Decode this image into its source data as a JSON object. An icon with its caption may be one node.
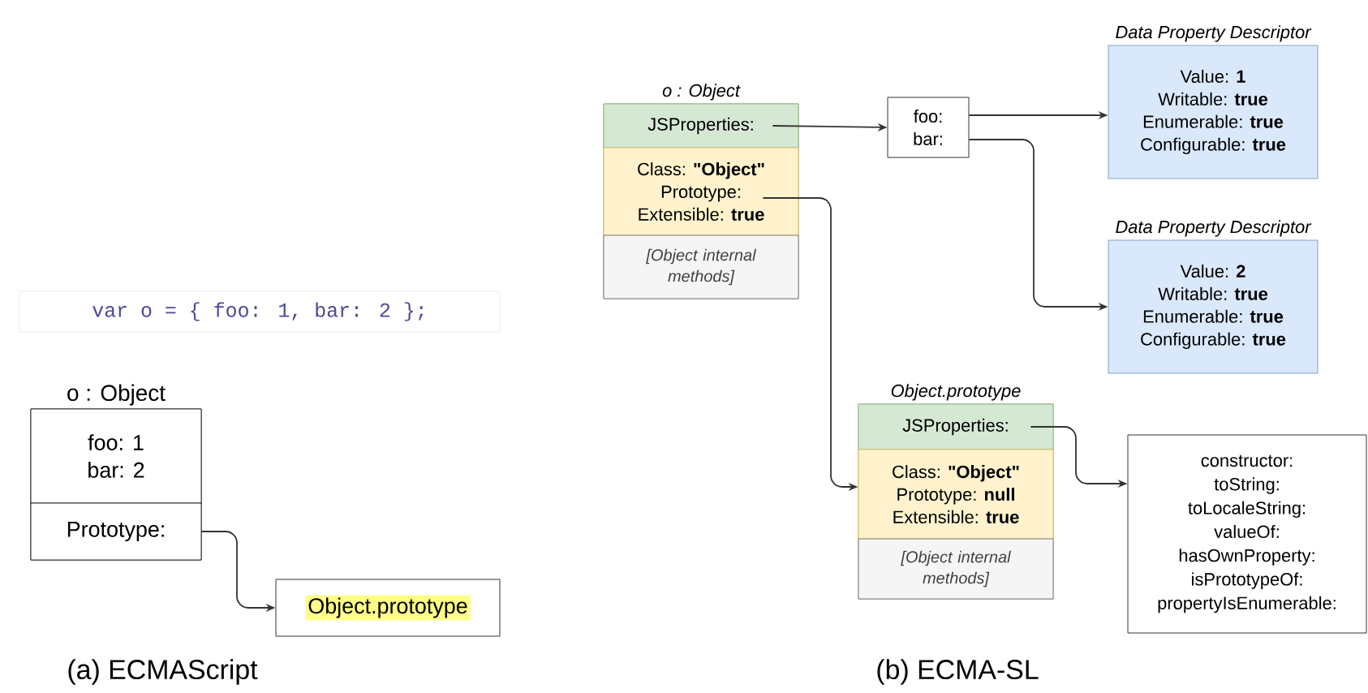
{
  "diagram": {
    "nodes": [
      {
        "text": [
          "var o = { foo: 1, bar: 2 };"
        ]
      },
      {
        "text": [
          "o : Object"
        ]
      },
      {
        "text": [
          "foo: 1",
          "bar: 2"
        ],
        "in": 1
      },
      {
        "text": [
          "Prototype:"
        ],
        "in": 1
      },
      {
        "text": [
          "Object.prototype"
        ]
      },
      {
        "text": [
          "o : Object"
        ]
      },
      {
        "text": [
          "JSProperties:"
        ],
        "in": 5
      },
      {
        "text": [
          "Class: **\"Object\"**",
          "Prototype:",
          "Extensible: **true**"
        ],
        "in": 5
      },
      {
        "text": [
          "[Object internal methods]"
        ],
        "in": 5
      },
      {
        "text": [
          "foo:",
          "bar:"
        ]
      },
      {
        "text": [
          "Data Property Descriptor",
          "Value: **1**",
          "Writable: **true**",
          "Enumerable: **true**",
          "Configurable: **true**"
        ]
      },
      {
        "text": [
          "Data Property Descriptor",
          "Value: **2**",
          "Writable: **true**",
          "Enumerable: **true**",
          "Configurable: **true**"
        ]
      },
      {
        "text": [
          "Object.prototype"
        ]
      },
      {
        "text": [
          "JSProperties:"
        ],
        "in": 12
      },
      {
        "text": [
          "Class: **\"Object\"**",
          "Prototype: **null**",
          "Extensible: **true**"
        ],
        "in": 12
      },
      {
        "text": [
          "[Object internal methods]"
        ],
        "in": 12
      },
      {
        "text": [
          "constructor:",
          "toString:",
          "toLocaleString:",
          "valueOf:",
          "hasOwnProperty:",
          "isPrototypeOf:",
          "propertyIsEnumerable:"
        ]
      }
    ],
    "edges": [
      {
        "from": 3,
        "to": 4,
        "arrow": "to"
      },
      {
        "from": 6,
        "to": 9,
        "arrow": "to"
      },
      {
        "from": 9,
        "to": 10,
        "arrow": "to"
      },
      {
        "from": 9,
        "to": 11,
        "arrow": "to"
      },
      {
        "from": 7,
        "to": 14,
        "arrow": "to"
      },
      {
        "from": 13,
        "to": 16,
        "arrow": "to"
      }
    ],
    "labels": [
      "(a) ECMAScript",
      "(b) ECMA-SL"
    ]
  }
}
